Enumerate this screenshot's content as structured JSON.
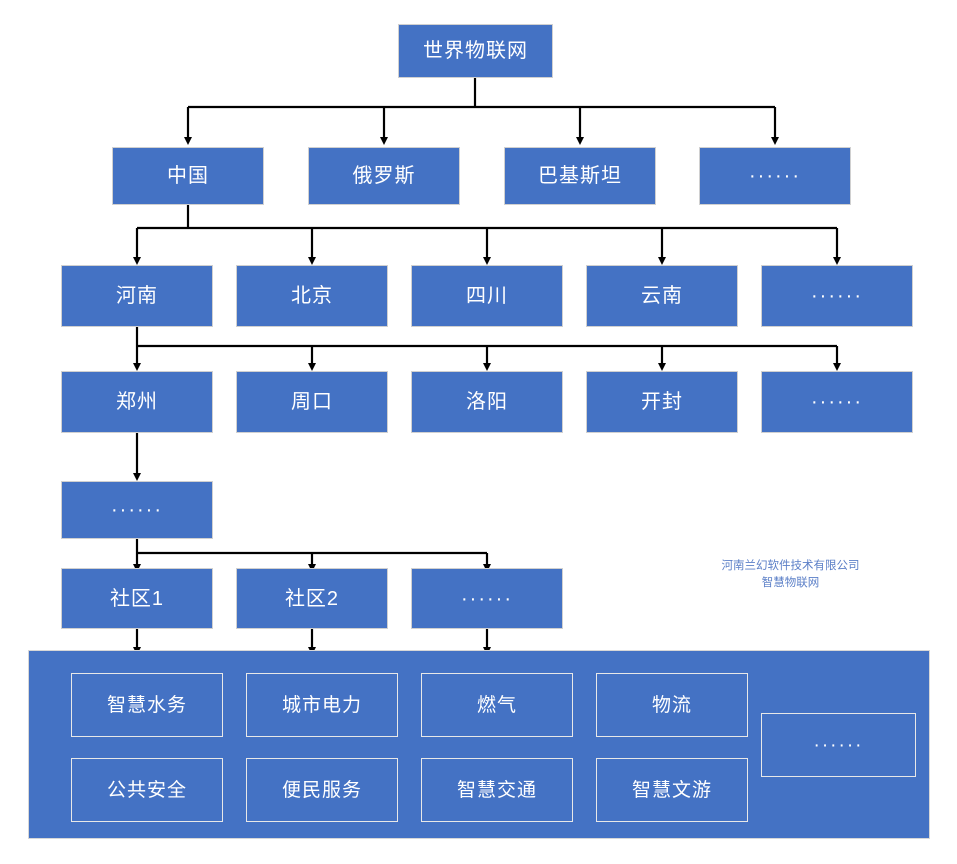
{
  "diagram": {
    "title_node": {
      "label": "世界物联网"
    },
    "ellipsis_glyph": "······",
    "levels": [
      {
        "name": "countries",
        "nodes": [
          {
            "label": "中国"
          },
          {
            "label": "俄罗斯"
          },
          {
            "label": "巴基斯坦"
          },
          {
            "label": "······"
          }
        ]
      },
      {
        "name": "provinces",
        "nodes": [
          {
            "label": "河南"
          },
          {
            "label": "北京"
          },
          {
            "label": "四川"
          },
          {
            "label": "云南"
          },
          {
            "label": "······"
          }
        ]
      },
      {
        "name": "cities",
        "nodes": [
          {
            "label": "郑州"
          },
          {
            "label": "周口"
          },
          {
            "label": "洛阳"
          },
          {
            "label": "开封"
          },
          {
            "label": "······"
          }
        ]
      },
      {
        "name": "districts",
        "nodes": [
          {
            "label": "······"
          }
        ]
      },
      {
        "name": "communities",
        "nodes": [
          {
            "label": "社区1"
          },
          {
            "label": "社区2"
          },
          {
            "label": "······"
          }
        ]
      }
    ],
    "services_panel": {
      "row1": [
        {
          "label": "智慧水务"
        },
        {
          "label": "城市电力"
        },
        {
          "label": "燃气"
        },
        {
          "label": "物流"
        }
      ],
      "row2": [
        {
          "label": "公共安全"
        },
        {
          "label": "便民服务"
        },
        {
          "label": "智慧交通"
        },
        {
          "label": "智慧文游"
        }
      ],
      "more": {
        "label": "······"
      }
    },
    "watermark": {
      "line1": "河南兰幻软件技术有限公司",
      "line2": "智慧物联网"
    },
    "colors": {
      "node_fill": "#4472C4",
      "node_border": "#d0d0d0",
      "node_text": "#ffffff",
      "connector": "#000000",
      "watermark_text": "#5b7fc7",
      "background": "#ffffff"
    }
  }
}
